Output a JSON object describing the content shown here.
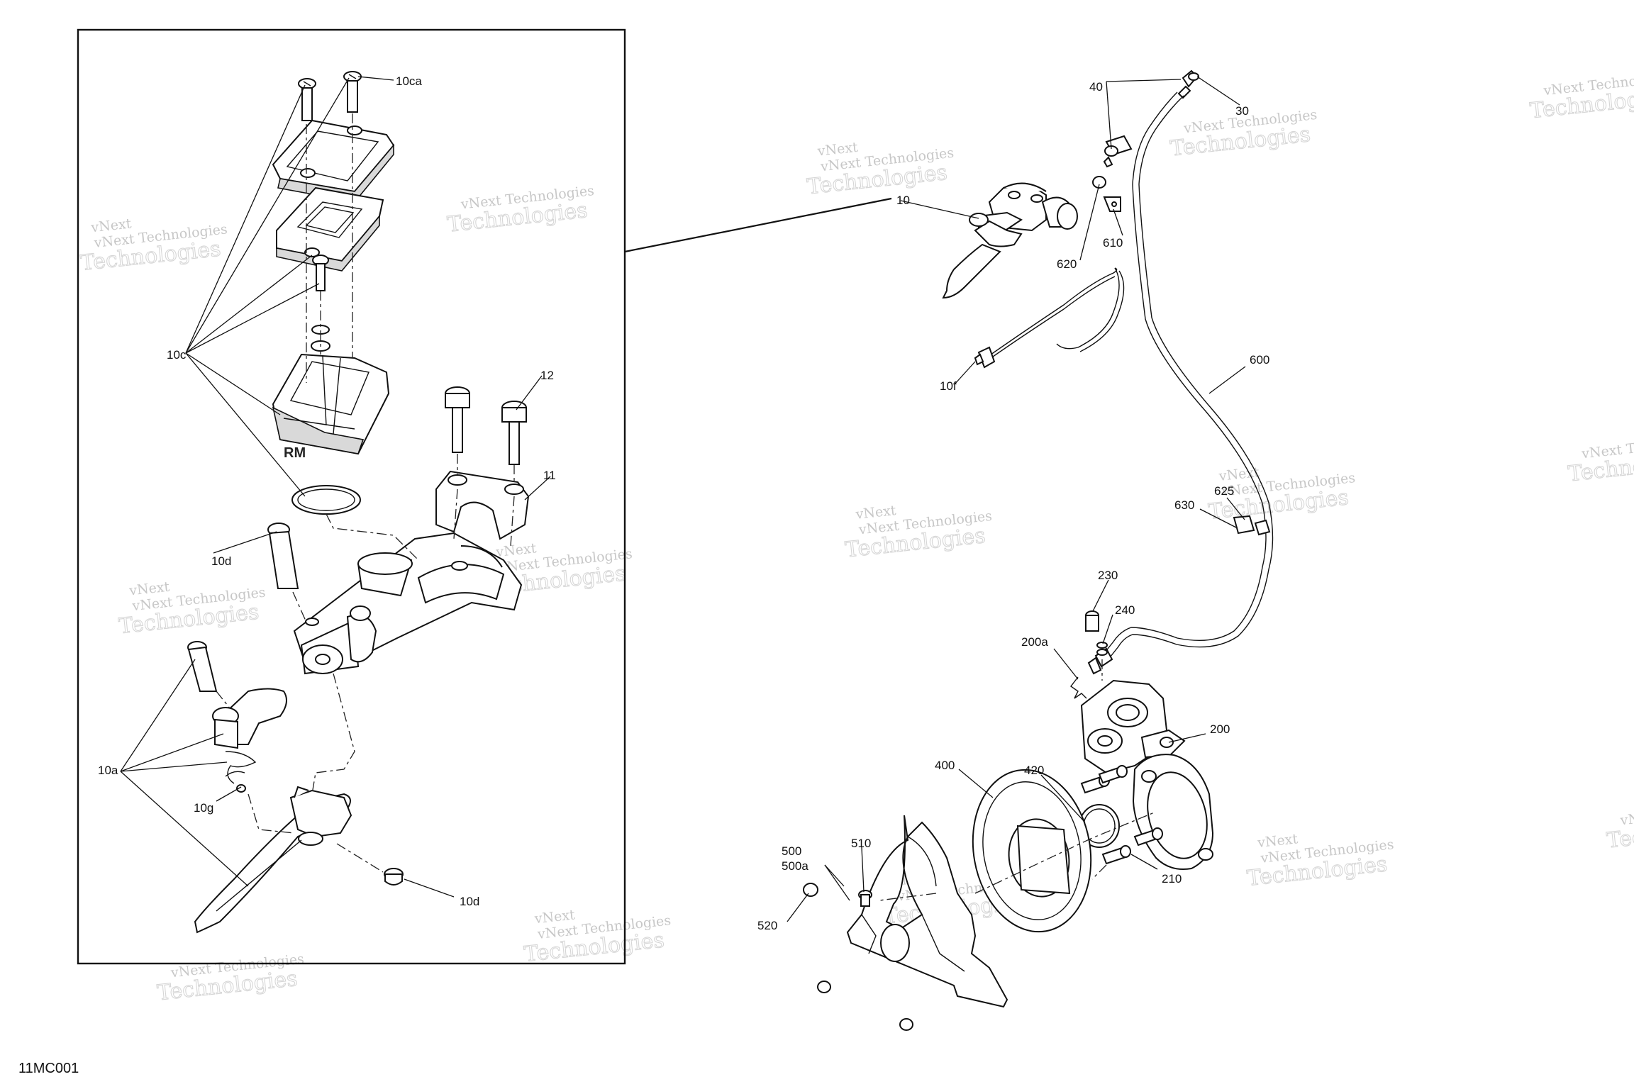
{
  "diagram": {
    "drawing_code": "11MC001",
    "watermark": {
      "line1": "vNext Technologies",
      "line2": "Technologies",
      "badge": "vNext"
    },
    "labels": {
      "l10ca": "10ca",
      "l10c": "10c",
      "l12": "12",
      "l11": "11",
      "l10d_top": "10d",
      "l10a": "10a",
      "l10g": "10g",
      "l10d_bottom": "10d",
      "l40": "40",
      "l30": "30",
      "l10": "10",
      "l620": "620",
      "l610": "610",
      "l10f": "10f",
      "l600": "600",
      "l625": "625",
      "l630": "630",
      "l230": "230",
      "l240": "240",
      "l200a": "200a",
      "l200": "200",
      "l400": "400",
      "l420": "420",
      "l500": "500",
      "l500a": "500a",
      "l510": "510",
      "l520": "520",
      "l210": "210"
    }
  }
}
